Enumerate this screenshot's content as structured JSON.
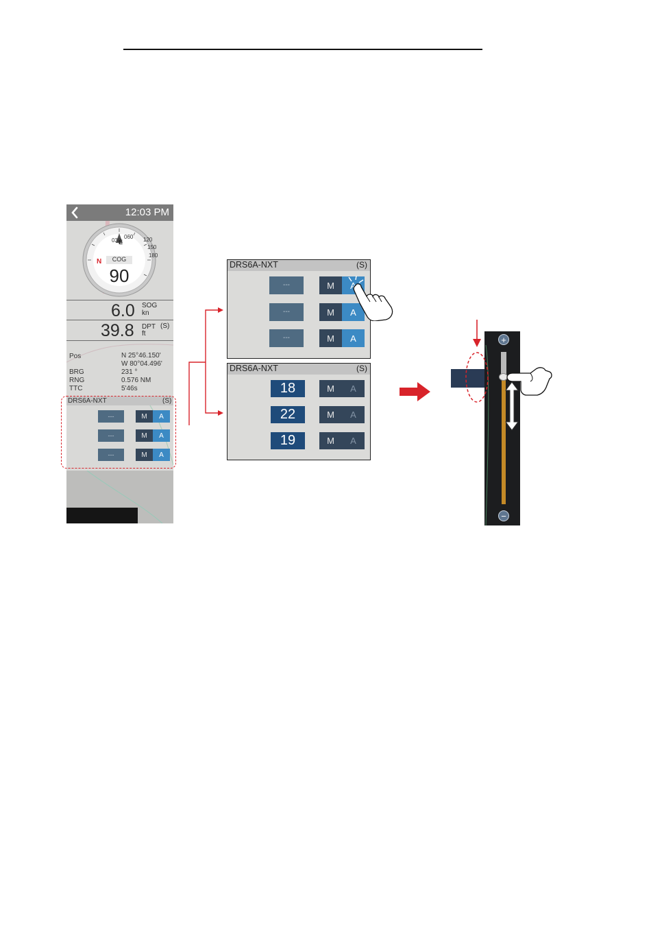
{
  "phone": {
    "time": "12:03 PM",
    "compass": {
      "label": "COG",
      "value": "90",
      "north": "N",
      "east": "E",
      "ticks": [
        "030",
        "060",
        "120",
        "150",
        "180"
      ]
    },
    "sog": {
      "value": "6.0",
      "label": "SOG",
      "unit": "kn"
    },
    "dpt": {
      "value": "39.8",
      "label": "DPT",
      "unit": "ft",
      "source": "(S)"
    },
    "info": [
      {
        "label": "Pos",
        "value": "N 25°46.150'"
      },
      {
        "label": "",
        "value": "W 80°04.496'"
      },
      {
        "label": "BRG",
        "value": "231 °"
      },
      {
        "label": "RNG",
        "value": "0.576 NM"
      },
      {
        "label": "TTC",
        "value": "5'46s"
      }
    ],
    "drs": {
      "title": "DRS6A-NXT",
      "source": "(S)",
      "rows": [
        {
          "value": "---",
          "m": "M",
          "a": "A"
        },
        {
          "value": "---",
          "m": "M",
          "a": "A"
        },
        {
          "value": "---",
          "m": "M",
          "a": "A"
        }
      ]
    }
  },
  "dialog_auto": {
    "title": "DRS6A-NXT",
    "source": "(S)",
    "rows": [
      {
        "value": "---",
        "m": "M",
        "a": "A"
      },
      {
        "value": "---",
        "m": "M",
        "a": "A"
      },
      {
        "value": "---",
        "m": "M",
        "a": "A"
      }
    ]
  },
  "dialog_manual": {
    "title": "DRS6A-NXT",
    "source": "(S)",
    "rows": [
      {
        "value": "18",
        "m": "M",
        "a": "A"
      },
      {
        "value": "22",
        "m": "M",
        "a": "A"
      },
      {
        "value": "19",
        "m": "M",
        "a": "A"
      }
    ]
  },
  "slider": {
    "plus": "+",
    "minus": "−"
  },
  "colors": {
    "accent_blue": "#3c8ac4",
    "value_box": "#4f6b82",
    "value_box_active": "#1f4b7a",
    "ma_dark": "#34465a",
    "callout_red": "#d8232a",
    "slider_fill": "#c48a27"
  }
}
